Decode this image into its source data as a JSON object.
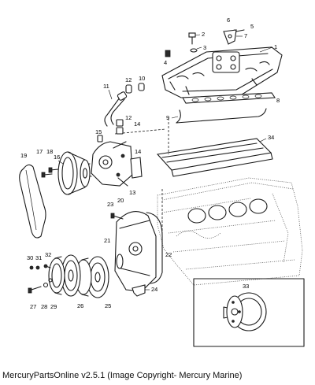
{
  "caption": "MercuryPartsOnline v2.5.1 (Image Copyright- Mercury Marine)",
  "callouts": [
    "1",
    "2",
    "3",
    "4",
    "5",
    "6",
    "7",
    "8",
    "9",
    "10",
    "11",
    "12",
    "12",
    "13",
    "14",
    "14",
    "15",
    "16",
    "17",
    "18",
    "19",
    "20",
    "21",
    "22",
    "23",
    "24",
    "25",
    "26",
    "27",
    "28",
    "29",
    "30",
    "31",
    "32",
    "33",
    "34"
  ]
}
